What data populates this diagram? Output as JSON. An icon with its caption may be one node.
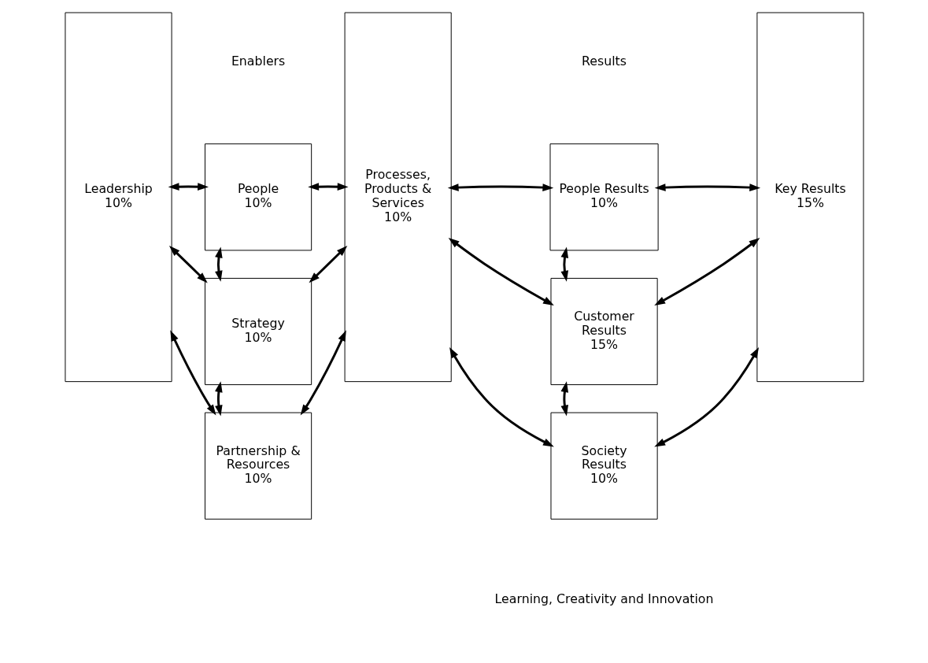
{
  "diagram": {
    "nodes": [
      {
        "text": [
          "Leadership",
          "10%"
        ]
      },
      {
        "text": [
          "People",
          "10%"
        ]
      },
      {
        "text": [
          "Strategy",
          "10%"
        ]
      },
      {
        "text": [
          "Partnership & Resources",
          "10%"
        ]
      },
      {
        "text": [
          "Processes, Products & Services",
          "10%"
        ]
      },
      {
        "text": [
          "People Results",
          "10%"
        ]
      },
      {
        "text": [
          "Customer Results",
          "15%"
        ]
      },
      {
        "text": [
          "Society Results",
          "10%"
        ]
      },
      {
        "text": [
          "Key Results",
          "15%"
        ]
      }
    ],
    "edges": [
      {
        "from": 0,
        "to": 1,
        "arrow": "both"
      },
      {
        "from": 0,
        "to": 2,
        "arrow": "both"
      },
      {
        "from": 0,
        "to": 3,
        "arrow": "both"
      },
      {
        "from": 1,
        "to": 2,
        "arrow": "both"
      },
      {
        "from": 2,
        "to": 3,
        "arrow": "both"
      },
      {
        "from": 1,
        "to": 4,
        "arrow": "both"
      },
      {
        "from": 2,
        "to": 4,
        "arrow": "both"
      },
      {
        "from": 3,
        "to": 4,
        "arrow": "both"
      },
      {
        "from": 4,
        "to": 5,
        "arrow": "both"
      },
      {
        "from": 4,
        "to": 6,
        "arrow": "both"
      },
      {
        "from": 4,
        "to": 7,
        "arrow": "both"
      },
      {
        "from": 5,
        "to": 6,
        "arrow": "both"
      },
      {
        "from": 6,
        "to": 7,
        "arrow": "both"
      },
      {
        "from": 5,
        "to": 8,
        "arrow": "both"
      },
      {
        "from": 6,
        "to": 8,
        "arrow": "both"
      },
      {
        "from": 7,
        "to": 8,
        "arrow": "both"
      }
    ],
    "labels": [
      "Enablers",
      "Results",
      "Learning, Creativity and Innovation"
    ]
  }
}
